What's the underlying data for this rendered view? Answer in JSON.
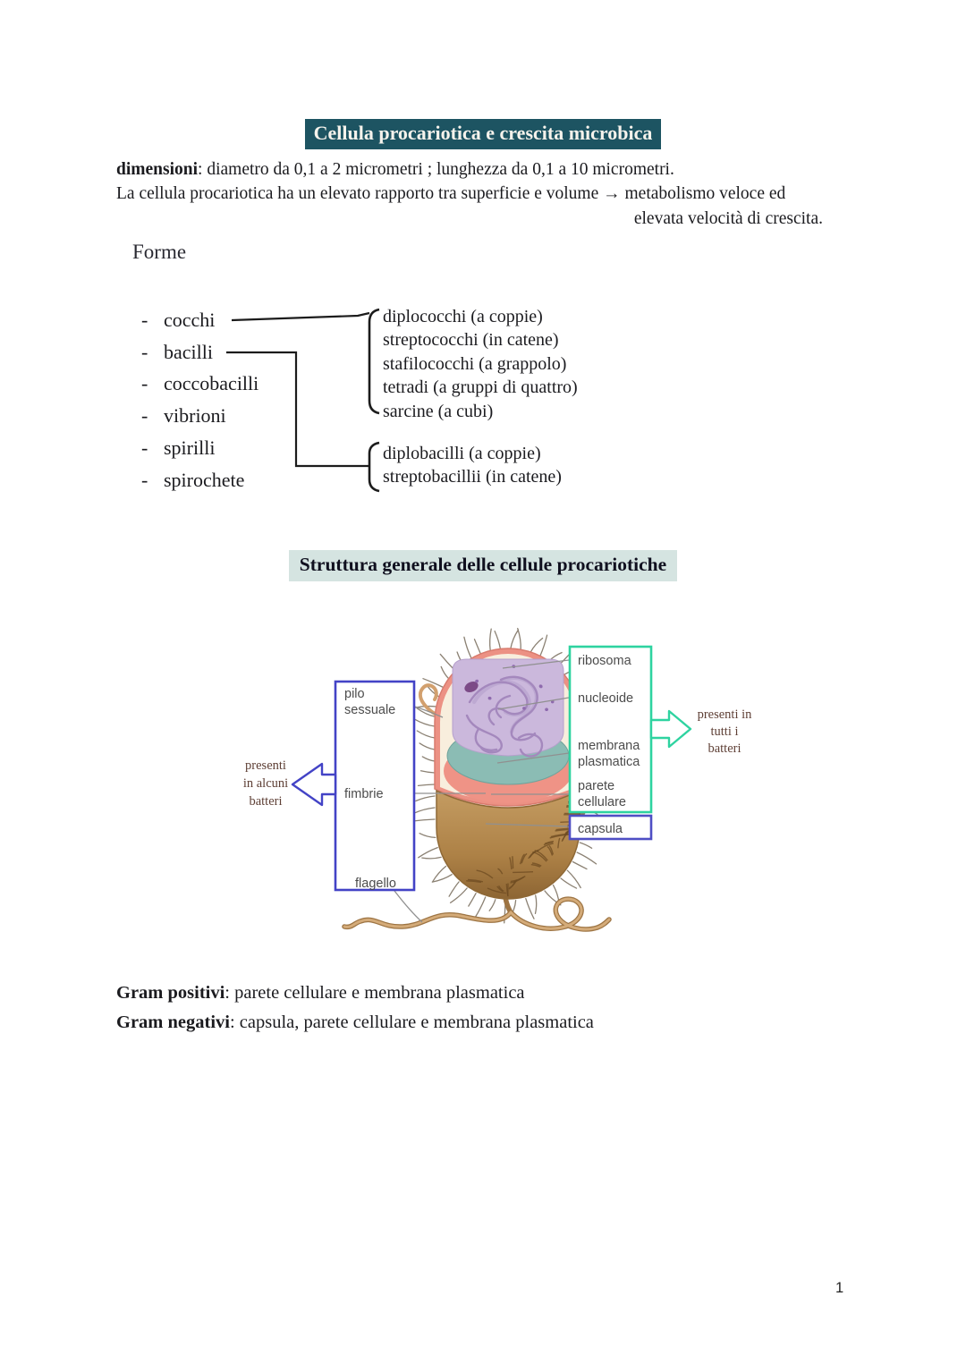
{
  "page": {
    "number": "1"
  },
  "section1": {
    "title": "Cellula procariotica e crescita microbica",
    "line1_bold": "dimensioni",
    "line1_rest": ": diametro da 0,1 a 2 micrometri ; lunghezza da 0,1 a 10 micrometri.",
    "line2": "La cellula procariotica ha un elevato rapporto tra superficie e volume → metabolismo veloce ed",
    "line3": "elevata velocità di crescita."
  },
  "forme": {
    "heading": "Forme",
    "dash": "-",
    "items": [
      "cocchi",
      "bacilli",
      "coccobacilli",
      "vibrioni",
      "spirilli",
      "spirochete"
    ],
    "cocchi_group": [
      "diplococchi (a coppie)",
      "streptococchi (in catene)",
      "stafilococchi (a grappolo)",
      "tetradi (a gruppi di quattro)",
      "sarcine (a cubi)"
    ],
    "bacilli_group": [
      "diplobacilli (a coppie)",
      "streptobacillii (in catene)"
    ]
  },
  "section2": {
    "title": "Struttura generale delle cellule procariotiche",
    "diagram": {
      "left_labels": {
        "pilo": "pilo",
        "sessuale": "sessuale",
        "fimbrie": "fimbrie",
        "flagello": "flagello"
      },
      "right_labels": {
        "ribosoma": "ribosoma",
        "nucleoide": "nucleoide",
        "membrana": "membrana",
        "plasmatica": "plasmatica",
        "parete": "parete",
        "cellulare": "cellulare",
        "capsula": "capsula"
      },
      "left_note": [
        "presenti",
        "in alcuni",
        "batteri"
      ],
      "right_note": [
        "presenti in",
        "tutti i",
        "batteri"
      ]
    }
  },
  "gram": {
    "pos_bold": "Gram positivi",
    "pos_rest": ": parete cellulare e membrana plasmatica",
    "neg_bold": "Gram negativi",
    "neg_rest": ": capsula, parete cellulare  e membrana plasmatica"
  },
  "colors": {
    "title_bg": "#1d5462",
    "title_text": "#f6f3ec",
    "subtitle_bg": "#d5e4e1",
    "box_blue": "#4343c6",
    "box_teal": "#2ed3a0",
    "capsula_box": "#4e4ec4",
    "note_text": "#5e3f35",
    "diagram_label": "#4c4c4c"
  }
}
